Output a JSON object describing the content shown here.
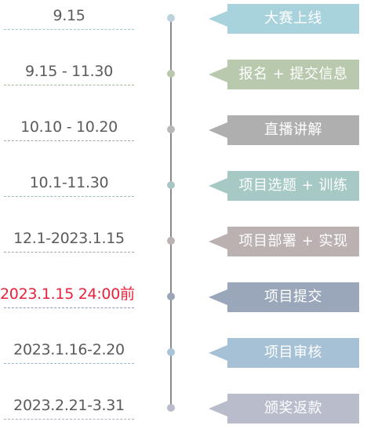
{
  "timeline": {
    "events": [
      {
        "date": "9.15",
        "label": "大赛上线",
        "color": "#a8d2dc",
        "dot": "#bdd3dc",
        "line": "#9fc6cf",
        "highlight": false
      },
      {
        "date": "9.15 - 11.30",
        "label": "报名 + 提交信息",
        "color": "#b9c9ae",
        "dot": "#b9c9ae",
        "line": "#a4b89a",
        "highlight": false
      },
      {
        "date": "10.10 - 10.20",
        "label": "直播讲解",
        "color": "#afafaf",
        "dot": "#b8b8b8",
        "line": "#a6a6a6",
        "highlight": false
      },
      {
        "date": "10.1-11.30",
        "label": "项目选题 + 训练",
        "color": "#a6c9c6",
        "dot": "#aac6c4",
        "line": "#98bbb8",
        "highlight": false
      },
      {
        "date": "12.1-2023.1.15",
        "label": "项目部署 + 实现",
        "color": "#bcb1b1",
        "dot": "#bbb2b2",
        "line": "#aca2a2",
        "highlight": false
      },
      {
        "date": "2023.1.15 24:00前",
        "label": "项目提交",
        "color": "#9aa6b9",
        "dot": "#9aa6b8",
        "line": "#8e9aac",
        "highlight": true
      },
      {
        "date": "2023.1.16-2.20",
        "label": "项目审核",
        "color": "#a6c1d6",
        "dot": "#a8c4d8",
        "line": "#98b4ca",
        "highlight": false
      },
      {
        "date": "2023.2.21-3.31",
        "label": "颁奖返款",
        "color": "#b9bccb",
        "dot": "#b9bccb",
        "line": "#aaaebd",
        "highlight": false
      }
    ]
  }
}
